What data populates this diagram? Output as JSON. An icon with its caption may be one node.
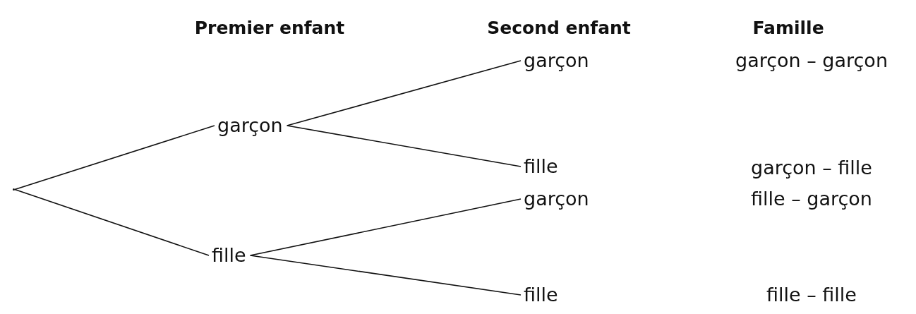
{
  "diagram": {
    "nodes": [
      {
        "text": [],
        "shape": "point"
      },
      {
        "text": [
          "garçon"
        ]
      },
      {
        "text": [
          "fille"
        ]
      },
      {
        "text": [
          "garçon"
        ]
      },
      {
        "text": [
          "fille"
        ]
      },
      {
        "text": [
          "garçon"
        ]
      },
      {
        "text": [
          "fille"
        ]
      }
    ],
    "edges": [
      {
        "from": 0,
        "to": 1,
        "arrow": "none"
      },
      {
        "from": 0,
        "to": 2,
        "arrow": "none"
      },
      {
        "from": 1,
        "to": 3,
        "arrow": "none"
      },
      {
        "from": 1,
        "to": 4,
        "arrow": "none"
      },
      {
        "from": 2,
        "to": 5,
        "arrow": "none"
      },
      {
        "from": 2,
        "to": 6,
        "arrow": "none"
      }
    ],
    "labels": [
      "Premier enfant",
      "Second enfant",
      "Famille",
      "garçon – garçon",
      "garçon – fille",
      "fille – garçon",
      "fille – fille"
    ]
  }
}
